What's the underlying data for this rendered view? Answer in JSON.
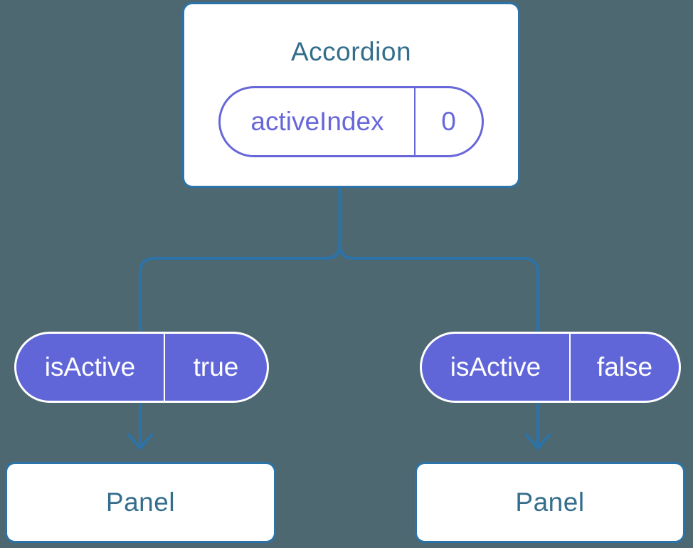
{
  "colors": {
    "background": "#4D6870",
    "connector": "#2B73A8",
    "card_bg": "#FFFFFF",
    "card_border": "#2B73A8",
    "card_text": "#346E8C",
    "state_accent": "#6767D9",
    "prop_bg": "#6066D8",
    "prop_border": "#FFFFFF",
    "prop_text": "#FFFFFF"
  },
  "diagram": {
    "root": {
      "title": "Accordion",
      "state": {
        "name": "activeIndex",
        "value": "0"
      }
    },
    "children": [
      {
        "title": "Panel",
        "prop": {
          "name": "isActive",
          "value": "true"
        }
      },
      {
        "title": "Panel",
        "prop": {
          "name": "isActive",
          "value": "false"
        }
      }
    ]
  }
}
